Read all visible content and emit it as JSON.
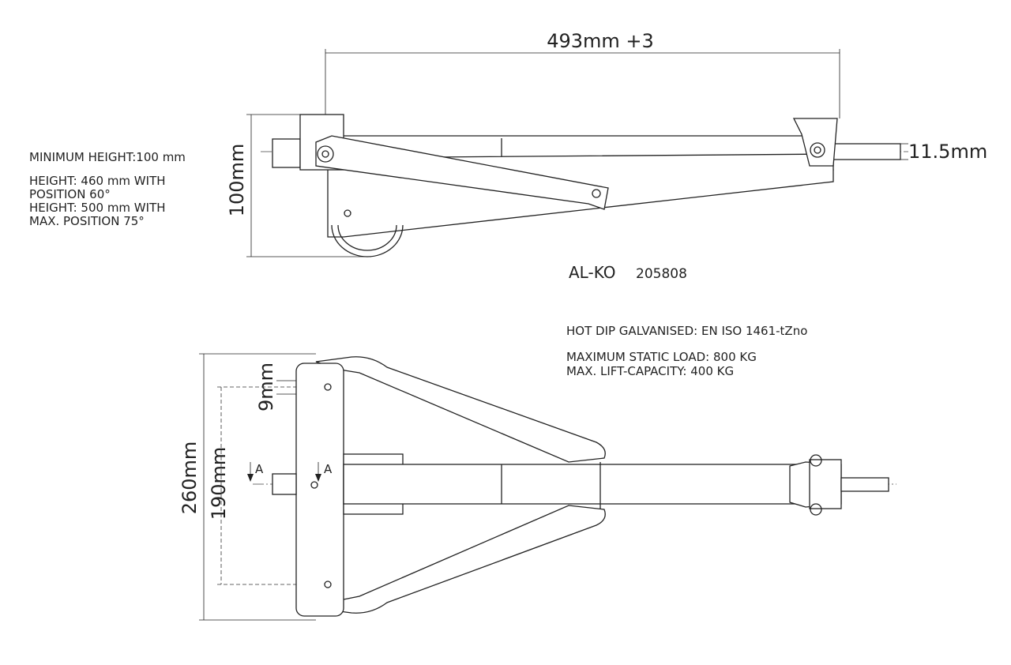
{
  "top_view": {
    "length_dim": "493mm +3",
    "height_dim": "100mm",
    "shaft_dim": "11.5mm",
    "brand": "AL-KO",
    "part_number": "205808"
  },
  "notes_left": [
    "MINIMUM HEIGHT:100 mm",
    "HEIGHT: 460 mm WITH",
    "POSITION 60°",
    "HEIGHT: 500 mm WITH",
    "MAX. POSITION 75°"
  ],
  "notes_right": [
    "HOT DIP GALVANISED: EN ISO 1461-tZno",
    "MAXIMUM STATIC LOAD: 800 KG",
    "MAX. LIFT-CAPACITY: 400 KG"
  ],
  "bottom_view": {
    "width_dim": "260mm",
    "hole_spacing_dim": "190mm",
    "hole_dim": "9mm",
    "section_mark": "A"
  }
}
